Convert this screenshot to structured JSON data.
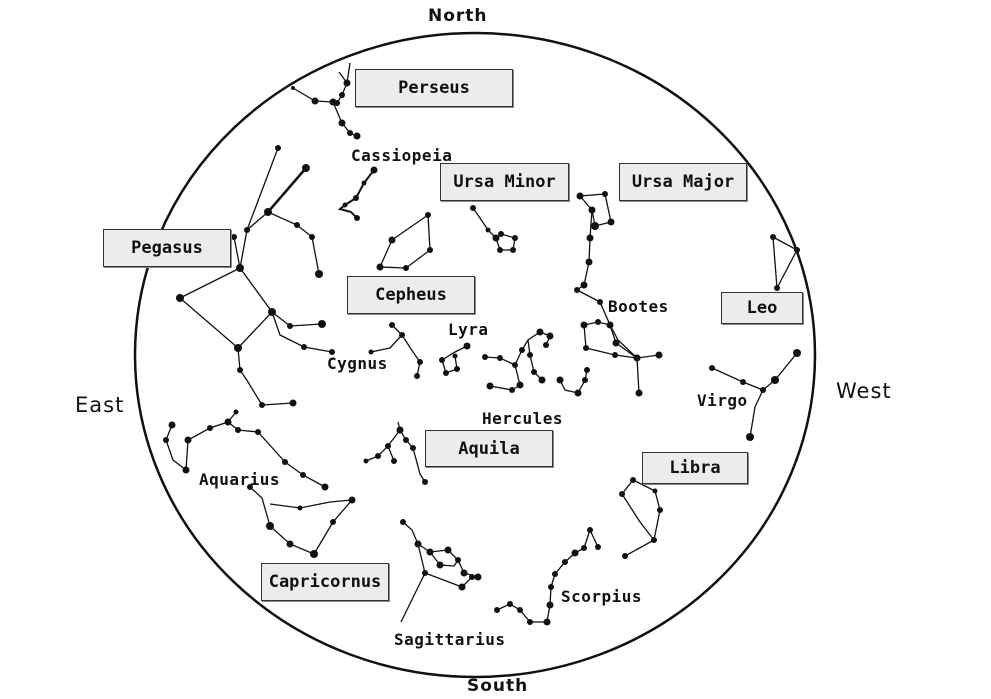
{
  "directions": {
    "north": "North",
    "south": "South",
    "east": "East",
    "west": "West"
  },
  "boxed_labels": {
    "perseus": "Perseus",
    "ursa_minor": "Ursa Minor",
    "ursa_major": "Ursa Major",
    "pegasus": "Pegasus",
    "cepheus": "Cepheus",
    "leo": "Leo",
    "aquila": "Aquila",
    "libra": "Libra",
    "capricornus": "Capricornus"
  },
  "plain_labels": {
    "cassiopeia": "Cassiopeia",
    "bootes": "Bootes",
    "lyra": "Lyra",
    "cygnus": "Cygnus",
    "virgo": "Virgo",
    "hercules": "Hercules",
    "aquarius": "Aquarius",
    "scorpius": "Scorpius",
    "sagittarius": "Sagittarius"
  },
  "colors": {
    "ink": "#111111",
    "label_box_fill": "#ececec",
    "background": "#ffffff"
  }
}
